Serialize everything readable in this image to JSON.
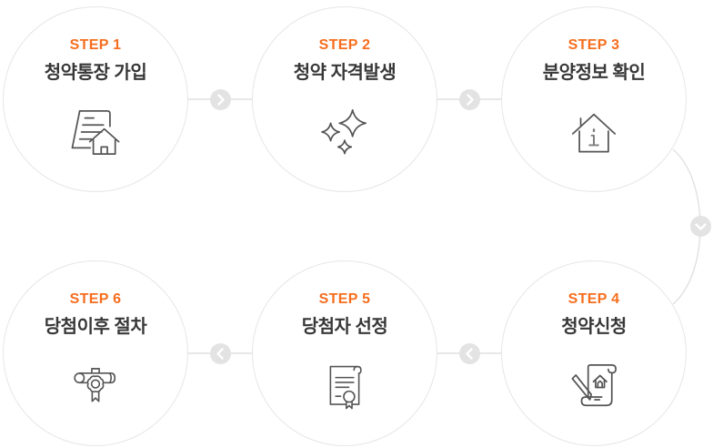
{
  "colors": {
    "accent": "#f66e1e",
    "title_text": "#383838",
    "circle_border": "#e6e6e6",
    "connector": "#e1e1e1",
    "arrow_bg": "#e3e3e3",
    "arrow_fg": "#ffffff",
    "icon_stroke": "#555555",
    "bg": "#ffffff"
  },
  "process": {
    "steps": [
      {
        "step_label": "STEP 1",
        "title": "청약통장 가입",
        "icon": "bankbook-house-icon"
      },
      {
        "step_label": "STEP 2",
        "title": "청약 자격발생",
        "icon": "sparkles-icon"
      },
      {
        "step_label": "STEP 3",
        "title": "분양정보 확인",
        "icon": "house-info-icon"
      },
      {
        "step_label": "STEP 4",
        "title": "청약신청",
        "icon": "scroll-pen-icon"
      },
      {
        "step_label": "STEP 5",
        "title": "당첨자 선정",
        "icon": "certificate-ribbon-icon"
      },
      {
        "step_label": "STEP 6",
        "title": "당첨이후 절차",
        "icon": "diploma-seal-icon"
      }
    ],
    "flow_arrows": [
      {
        "between": "STEP 1 → STEP 2",
        "direction": "right"
      },
      {
        "between": "STEP 2 → STEP 3",
        "direction": "right"
      },
      {
        "between": "STEP 3 → STEP 4",
        "direction": "down"
      },
      {
        "between": "STEP 4 → STEP 5",
        "direction": "left"
      },
      {
        "between": "STEP 5 → STEP 6",
        "direction": "left"
      }
    ]
  }
}
